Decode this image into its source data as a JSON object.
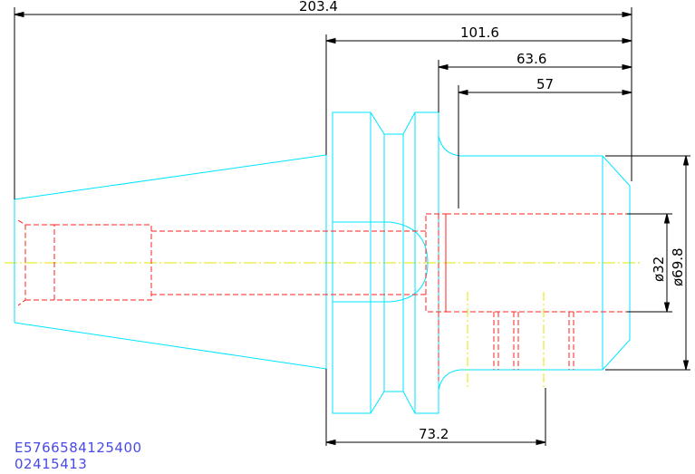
{
  "drawing": {
    "dimensions": {
      "overall_length": "203.4",
      "flange_to_end": "101.6",
      "shank_length": "63.6",
      "bore_depth": "57",
      "flange_offset": "73.2",
      "bore_diameter": "ø32",
      "outer_diameter": "ø69.8"
    },
    "codes": {
      "part_number": "E5766584125400",
      "sub_code": "02415413"
    },
    "colors": {
      "outline": "#00e5ff",
      "hidden": "#ff2020",
      "centerline": "#e6e600",
      "dimension": "#000000",
      "code_text": "#4a4ae6"
    }
  }
}
